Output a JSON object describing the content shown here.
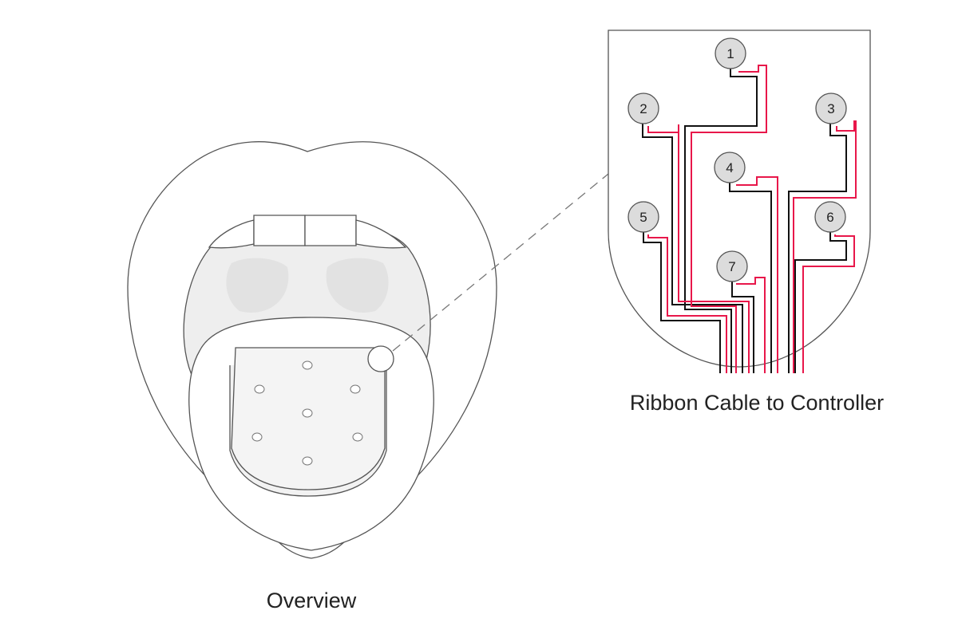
{
  "captions": {
    "overview": "Overview",
    "ribbon": "Ribbon Cable to Controller"
  },
  "electrodes": [
    {
      "id": "electrode-1",
      "label": "1"
    },
    {
      "id": "electrode-2",
      "label": "2"
    },
    {
      "id": "electrode-3",
      "label": "3"
    },
    {
      "id": "electrode-4",
      "label": "4"
    },
    {
      "id": "electrode-5",
      "label": "5"
    },
    {
      "id": "electrode-6",
      "label": "6"
    },
    {
      "id": "electrode-7",
      "label": "7"
    }
  ],
  "colors": {
    "outline": "#555555",
    "wire_black": "#111111",
    "wire_red": "#e8174a",
    "gum": "#eeeeee",
    "electrode_fill": "#dcdcdc"
  }
}
